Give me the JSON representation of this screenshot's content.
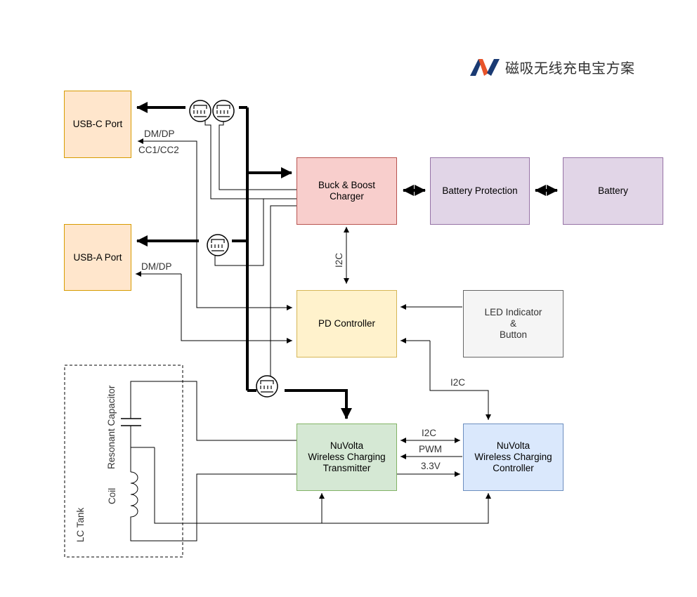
{
  "brand": {
    "logo_icon": "av-logo-icon",
    "title": "磁吸无线充电宝方案"
  },
  "blocks": {
    "usb_c": "USB-C Port",
    "usb_a": "USB-A Port",
    "buck_boost": "Buck & Boost\nCharger",
    "battery_protection": "Battery Protection",
    "battery": "Battery",
    "pd_controller": "PD Controller",
    "led_button": "LED Indicator\n&\nButton",
    "wl_transmitter": "NuVolta\nWireless Charging\nTransmitter",
    "wl_controller": "NuVolta\nWireless Charging\nController"
  },
  "labels": {
    "usbc_dmdp": "DM/DP",
    "usbc_cc": "CC1/CC2",
    "usba_dmdp": "DM/DP",
    "i2c_vertical": "I2C",
    "i2c_pd_wl": "I2C",
    "i2c_tx_ctrl": "I2C",
    "pwm": "PWM",
    "v33": "3.3V",
    "resonant_capacitor": "Resonant Capacitor",
    "coil": "Coil",
    "lc_tank": "LC Tank"
  },
  "colors": {
    "orange_fill": "#ffe6cc",
    "orange_stroke": "#d79b00",
    "red_fill": "#f8cecc",
    "red_stroke": "#b85450",
    "purple_fill": "#e1d5e7",
    "purple_stroke": "#9673a6",
    "yellow_fill": "#fff2cc",
    "yellow_stroke": "#d6b656",
    "gray_fill": "#f5f5f5",
    "gray_stroke": "#666666",
    "green_fill": "#d5e8d4",
    "green_stroke": "#82b366",
    "blue_fill": "#dae8fc",
    "blue_stroke": "#6c8ebf",
    "logo_dark": "#1a3a73",
    "logo_accent": "#e8542a"
  }
}
